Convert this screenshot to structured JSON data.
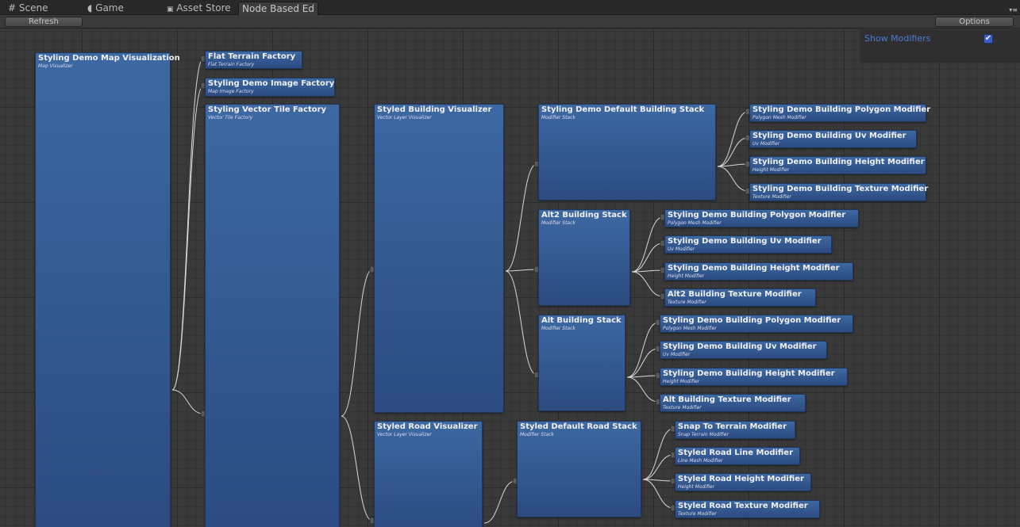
{
  "tabs": [
    {
      "label": "Scene",
      "icon": "grid-icon"
    },
    {
      "label": "Game",
      "icon": "pacman-icon"
    },
    {
      "label": "Asset Store",
      "icon": "bag-icon"
    },
    {
      "label": "Node Based Ed",
      "icon": ""
    }
  ],
  "toolbar": {
    "refresh_label": "Refresh",
    "options_label": "Options"
  },
  "panel": {
    "show_modifiers_label": "Show Modifiers",
    "show_modifiers_checked": true
  },
  "nodes": [
    {
      "title": "Styling Demo Map Visualization",
      "subtitle": "Map Visualizer"
    },
    {
      "title": "Flat Terrain Factory",
      "subtitle": "Flat Terrain Factory"
    },
    {
      "title": "Styling Demo Image Factory",
      "subtitle": "Map Image Factory"
    },
    {
      "title": "Styling Vector Tile Factory",
      "subtitle": "Vector Tile Factory"
    },
    {
      "title": "Styled Building Visualizer",
      "subtitle": "Vector Layer Visualizer"
    },
    {
      "title": "Styling Demo Default Building Stack",
      "subtitle": "Modifier Stack"
    },
    {
      "title": "Styling Demo Building Polygon Modifier",
      "subtitle": "Polygon Mesh Modifier"
    },
    {
      "title": "Styling Demo Building Uv Modifier",
      "subtitle": "Uv Modifier"
    },
    {
      "title": "Styling Demo Building Height Modifier",
      "subtitle": "Height Modifier"
    },
    {
      "title": "Styling Demo Building Texture Modifier",
      "subtitle": "Texture Modifier"
    },
    {
      "title": "Alt2 Building Stack",
      "subtitle": "Modifier Stack"
    },
    {
      "title": "Styling Demo Building Polygon Modifier",
      "subtitle": "Polygon Mesh Modifier"
    },
    {
      "title": "Styling Demo Building Uv Modifier",
      "subtitle": "Uv Modifier"
    },
    {
      "title": "Styling Demo Building Height Modifier",
      "subtitle": "Height Modifier"
    },
    {
      "title": "Alt2 Building Texture Modifier",
      "subtitle": "Texture Modifier"
    },
    {
      "title": "Alt Building Stack",
      "subtitle": "Modifier Stack"
    },
    {
      "title": "Styling Demo Building Polygon Modifier",
      "subtitle": "Polygon Mesh Modifier"
    },
    {
      "title": "Styling Demo Building Uv Modifier",
      "subtitle": "Uv Modifier"
    },
    {
      "title": "Styling Demo Building Height Modifier",
      "subtitle": "Height Modifier"
    },
    {
      "title": "Alt Building Texture Modifier",
      "subtitle": "Texture Modifier"
    },
    {
      "title": "Styled Road Visualizer",
      "subtitle": "Vector Layer Visualizer"
    },
    {
      "title": "Styled Default Road Stack",
      "subtitle": "Modifier Stack"
    },
    {
      "title": "Snap To Terrain Modifier",
      "subtitle": "Snap Terrain Modifier"
    },
    {
      "title": "Styled Road Line Modifier",
      "subtitle": "Line Mesh Modifier"
    },
    {
      "title": "Styled Road Height Modifier",
      "subtitle": "Height Modifier"
    },
    {
      "title": "Styled Road Texture Modifier",
      "subtitle": "Texture Modifier"
    }
  ]
}
